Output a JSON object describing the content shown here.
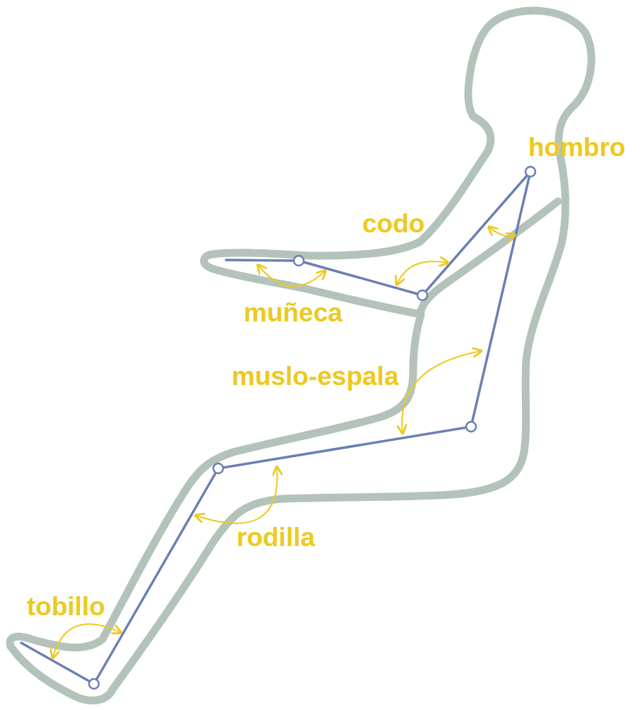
{
  "diagram": {
    "labels": [
      "hombro",
      "codo",
      "muñeca",
      "muslo-espala",
      "rodilla",
      "tobillo"
    ]
  }
}
